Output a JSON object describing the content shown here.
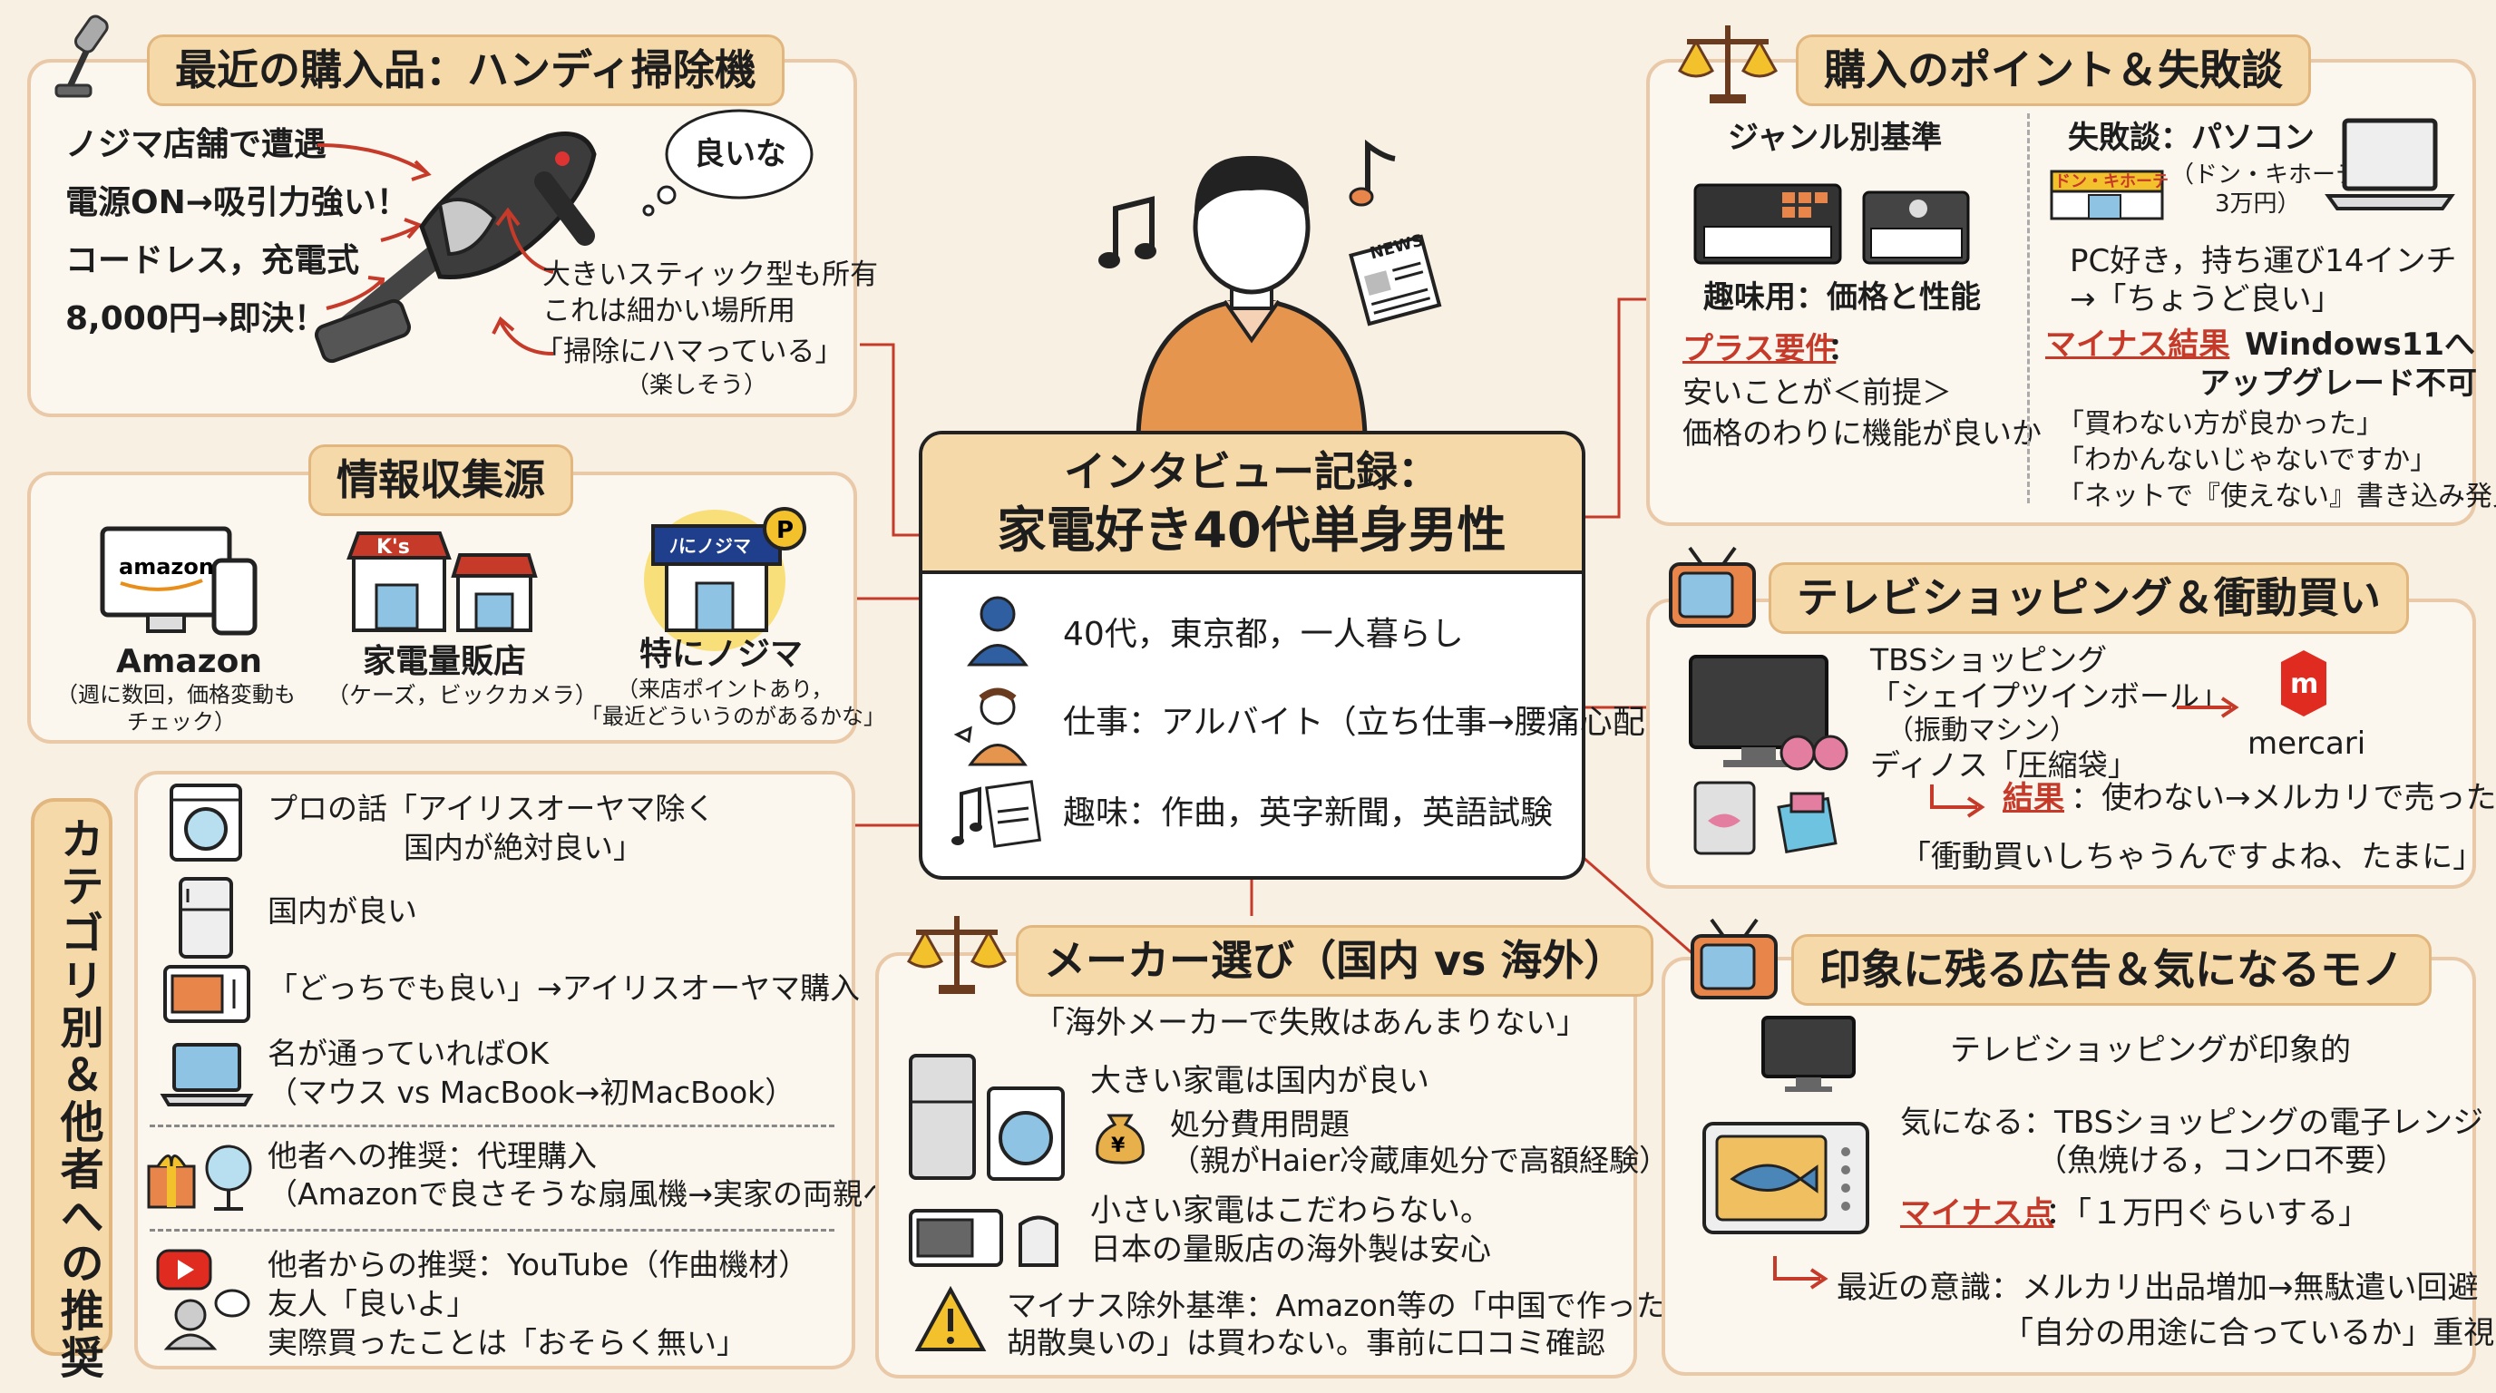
{
  "center": {
    "title_line1": "インタビュー記録：",
    "title_line2": "家電好き40代単身男性",
    "profile": [
      "40代，東京都，一人暮らし",
      "仕事：アルバイト（立ち仕事→腰痛心配）",
      "趣味：作曲，英字新聞，英語試験"
    ],
    "news_label": "NEWS"
  },
  "purchase": {
    "title": "最近の購入品：ハンディ掃除機",
    "items": [
      "ノジマ店舗で遭遇",
      "電源ON→吸引力強い！",
      "コードレス，充電式",
      "8,000円→即決！"
    ],
    "bubble": "良いな",
    "notes": [
      "大きいスティック型も所有",
      "これは細かい場所用",
      "「掃除にハマっている」",
      "（楽しそう）"
    ]
  },
  "info": {
    "title": "情報収集源",
    "sources": [
      {
        "name": "Amazon",
        "note1": "（週に数回，価格変動も",
        "note2": "チェック）",
        "logo": "amazon"
      },
      {
        "name": "家電量販店",
        "note1": "（ケーズ，ビックカメラ）",
        "note2": "",
        "logo": "K's"
      },
      {
        "name": "特にノジマ",
        "note1": "（来店ポイントあり，",
        "note2": "「最近どういうのがあるかな」",
        "logo": "ﾉにノジマ"
      }
    ]
  },
  "category": {
    "vertical_title": "カテゴリ別＆他者への推奨",
    "items": [
      "プロの話「アイリスオーヤマ除く",
      "国内が絶対良い」",
      "国内が良い",
      "「どっちでも良い」→アイリスオーヤマ購入",
      "名が通っていればOK",
      "（マウス vs MacBook→初MacBook）"
    ],
    "rec_out": [
      "他者への推奨：代理購入",
      "（Amazonで良さそうな扇風機→実家の両親へ）"
    ],
    "rec_in": [
      "他者からの推奨：YouTube（作曲機材）",
      "友人「良いよ」",
      "実際買ったことは「おそらく無い」"
    ]
  },
  "maker": {
    "title": "メーカー選び（国内 vs 海外）",
    "quote": "「海外メーカーで失敗はあんまりない」",
    "big": "大きい家電は国内が良い",
    "disposal1": "処分費用問題",
    "disposal2": "（親がHaier冷蔵庫処分で高額経験）",
    "small1": "小さい家電はこだわらない。",
    "small2": "日本の量販店の海外製は安心",
    "minus1": "マイナス除外基準：Amazon等の「中国で作った",
    "minus2": "胡散臭いの」は買わない。事前に口コミ確認"
  },
  "points": {
    "title": "購入のポイント＆失敗談",
    "genre": "ジャンル別基準",
    "hobby": "趣味用：価格と性能",
    "plus_label": "プラス要件",
    "plus1": "安いことが＜前提＞",
    "plus2": "価格のわりに機能が良いか",
    "fail_title": "失敗談：パソコン",
    "fail_note1": "（ドン・キホーテ",
    "fail_note2": "3万円）",
    "donki": "ドン・キホーテ",
    "pc1": "PC好き，持ち運び14インチ",
    "pc2": "→「ちょうど良い」",
    "minus_label": "マイナス結果",
    "minus1": "Windows11へ",
    "minus2": "アップグレード不可",
    "q1": "「買わない方が良かった」",
    "q2": "「わかんないじゃないですか」",
    "q3": "「ネットで『使えない』書き込み発見」"
  },
  "tv": {
    "title": "テレビショッピング＆衝動買い",
    "l1": "TBSショッピング",
    "l2": "「シェイプツインボール」",
    "l3": "（振動マシン）",
    "l4": "ディノス「圧縮袋」",
    "mercari": "mercari",
    "result_label": "結果",
    "result_text": "：使わない→メルカリで売った",
    "quote": "「衝動買いしちゃうんですよね、たまに」"
  },
  "ads": {
    "title": "印象に残る広告＆気になるモノ",
    "l1": "テレビショッピングが印象的",
    "l2": "気になる：TBSショッピングの電子レンジ",
    "l3": "（魚焼ける，コンロ不要）",
    "minus_label": "マイナス点",
    "minus_text": "：「１万円ぐらいする」",
    "recent1": "最近の意識：メルカリ出品増加→無駄遣い回避",
    "recent2": "「自分の用途に合っているか」重視"
  },
  "colors": {
    "accent": "#c63a2a",
    "title_bg": "#f5d9a9",
    "border": "#e9c9a8",
    "shirt": "#e6954f"
  }
}
